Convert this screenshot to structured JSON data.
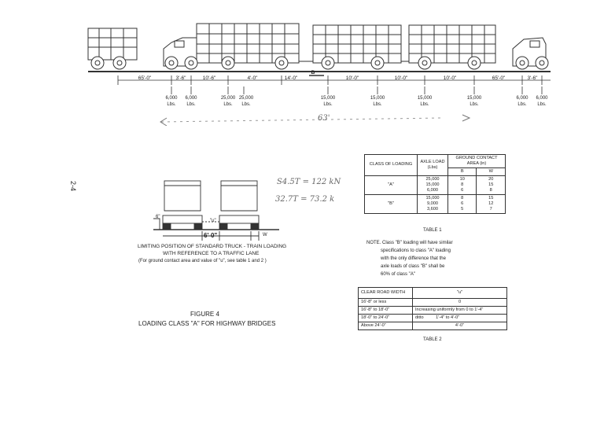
{
  "page_number": "2-4",
  "dimensions": [
    "65'-0\"",
    "3'-6\"",
    "10'-6\"",
    "4'-0\"",
    "14'-0\"",
    "10'-0\"",
    "10'-0\"",
    "10'-0\"",
    "65'-0\"",
    "3'-6\""
  ],
  "b_label": "B",
  "axle_loads": [
    {
      "value": "6,000",
      "unit": "Lbs."
    },
    {
      "value": "6,000",
      "unit": "Lbs."
    },
    {
      "value": "25,000",
      "unit": "Lbs."
    },
    {
      "value": "25,000",
      "unit": "Lbs."
    },
    {
      "value": "15,000",
      "unit": "Lbs."
    },
    {
      "value": "15,000",
      "unit": "Lbs."
    },
    {
      "value": "15,000",
      "unit": "Lbs."
    },
    {
      "value": "15,000",
      "unit": "Lbs."
    },
    {
      "value": "6,000",
      "unit": "Lbs."
    },
    {
      "value": "6,000",
      "unit": "Lbs."
    }
  ],
  "handwritten_notes": {
    "span": "63'",
    "line1": "S4.5T = 122 kN",
    "line2": "32.7T = 73.2 k"
  },
  "lane_figure": {
    "offset_label": "6\"",
    "u_label": "\"u\"",
    "width_label": "6'-0\"",
    "w_label": "W",
    "caption_line1": "LIMITING POSITION OF STANDARD TRUCK - TRAIN LOADING",
    "caption_line2": "WITH REFERENCE TO A TRAFFIC LANE",
    "caption_line3": "(For ground contact area and value of \"u\", see table 1 and 2 )"
  },
  "figure_caption": {
    "number": "FIGURE 4",
    "title": "LOADING CLASS \"A\" FOR HIGHWAY BRIDGES"
  },
  "table1": {
    "col_class": "CLASS OF LOADING",
    "col_axle": "AXLE LOAD",
    "col_axle_unit": "(Lbs)",
    "col_contact": "GROUND CONTACT",
    "col_contact_sub": "AREA (in)",
    "col_b": "B",
    "col_w": "W",
    "rows": [
      {
        "cls": "\"A\"",
        "loads": [
          "25,000",
          "15,000",
          "6,000"
        ],
        "b": [
          "10",
          "8",
          "6"
        ],
        "w": [
          "20",
          "15",
          "8"
        ]
      },
      {
        "cls": "\"B\"",
        "loads": [
          "15,000",
          "9,000",
          "3,600"
        ],
        "b": [
          "8",
          "6",
          "5"
        ],
        "w": [
          "15",
          "12",
          "7"
        ]
      }
    ],
    "caption": "TABLE 1"
  },
  "note": {
    "line1": "NOTE. Class \"B\" loading will have similar",
    "line2": "specifications to class \"A\" loading",
    "line3": "with the only difference that the",
    "line4": "axle loads of class \"B\" shall be",
    "line5": "60% of class \"A\""
  },
  "table2": {
    "col_width": "CLEAR ROAD WIDTH",
    "col_u": "\"u\"",
    "rows": [
      {
        "width": "16'-8\" or less",
        "u": "0"
      },
      {
        "width": "16'-8\" to 18'-0\"",
        "u": "Increasing uniformly from 0 to 1'-4\""
      },
      {
        "width": "18'-0\" to 24'-0\"",
        "u": "ditto          1'-4\" to 4'-0\""
      },
      {
        "width": "Above 24'-0\"",
        "u": "4'-0\""
      }
    ],
    "caption": "TABLE 2"
  }
}
